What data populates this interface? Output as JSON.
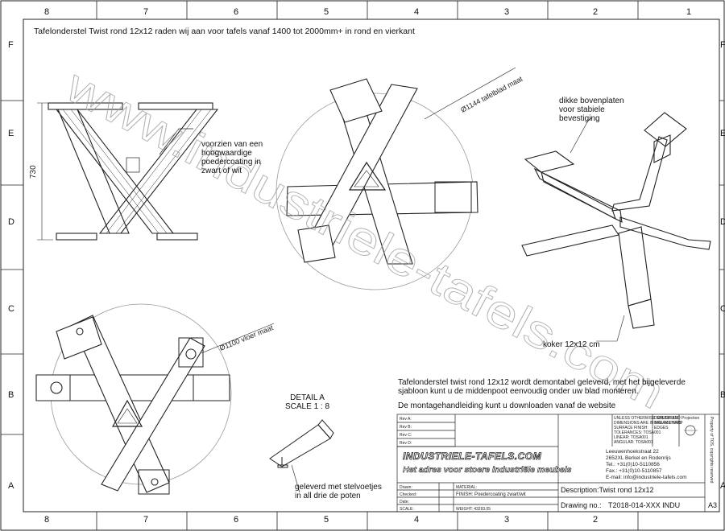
{
  "border": {
    "columns": [
      "8",
      "7",
      "6",
      "5",
      "4",
      "3",
      "2",
      "1"
    ],
    "rows_left": [
      "F",
      "E",
      "D",
      "C",
      "B",
      "A"
    ],
    "rows_right": [
      "F",
      "E",
      "D",
      "C",
      "B",
      "A"
    ]
  },
  "title_line": "Tafelonderstel Twist rond 12x12 raden wij aan voor tafels vanaf 1400 tot 2000mm+ in rond en vierkant",
  "watermark": "www.industriele-tafels.com",
  "front_view": {
    "height_dim": "730",
    "note_lines": [
      "voorzien van een",
      "hoogwaardige",
      "poedercoating in",
      "zwart of wit"
    ]
  },
  "top_view": {
    "dim": "Ø1144 tafelblad maat"
  },
  "iso_view": {
    "note_lines": [
      "dikke bovenplaten",
      "voor stabiele",
      "bevestiging"
    ],
    "tube_note": "koker 12x12 cm"
  },
  "bottom_view": {
    "dim": "Ø1100 vloer maat"
  },
  "detail": {
    "title": "DETAIL A",
    "scale": "SCALE 1 : 8",
    "note_lines": [
      "geleverd met stelvoetjes",
      "in all drie de poten"
    ]
  },
  "description": {
    "line1": "Tafelonderstel twist rond 12x12 wordt demontabel geleverd, met het bijgeleverde",
    "line2": "sjabloon kunt u de middenpoot eenvoudig onder uw blad monteren.",
    "line3": "De montagehandleiding kunt u downloaden vanaf de website"
  },
  "title_block": {
    "revs": [
      "Rev A:",
      "Rev B:",
      "Rev C:",
      "Rev D:"
    ],
    "spec_lines": [
      "UNLESS OTHERWISE SPECIFIED:",
      "DIMENSIONS ARE IN MILLIMETERS",
      "SURFACE FINISH:",
      "TOLERANCES: TOSA001",
      "LINEAR: TOSA001",
      "ANGULAR: TOSA001"
    ],
    "deburr_lines": [
      "DEBURR AND",
      "BREAK SHARP",
      "EDGES"
    ],
    "projection": "Projection",
    "side_text_1": "Property of TOS, copyrights reserved",
    "company": "INDUSTRIELE-TAFELS.COM",
    "slogan": "Het adres voor stoere industriële meubels",
    "address_lines": [
      "Leeuwenhoekstraat 22",
      "2652XL Berkel en Rodenrijs",
      "Tel.: +31(0)10-5110856",
      "Fax.: +31(0)10-5110857",
      "E-mail: info@industriele-tafels.com"
    ],
    "labels": [
      "Drawn:",
      "Checked:",
      "Date:",
      "SCALE:"
    ],
    "material_label": "MATERIAL:",
    "finish_line": "FINISH: Poedercoating zwart/wit",
    "weight_line": "WEIGHT: 43293.05",
    "description_label": "Description:",
    "description_value": "Twist rond 12x12",
    "drawing_no_label": "Drawing no.:",
    "drawing_no_value": "T2018-014-XXX INDU",
    "sheet_size": "A3"
  }
}
